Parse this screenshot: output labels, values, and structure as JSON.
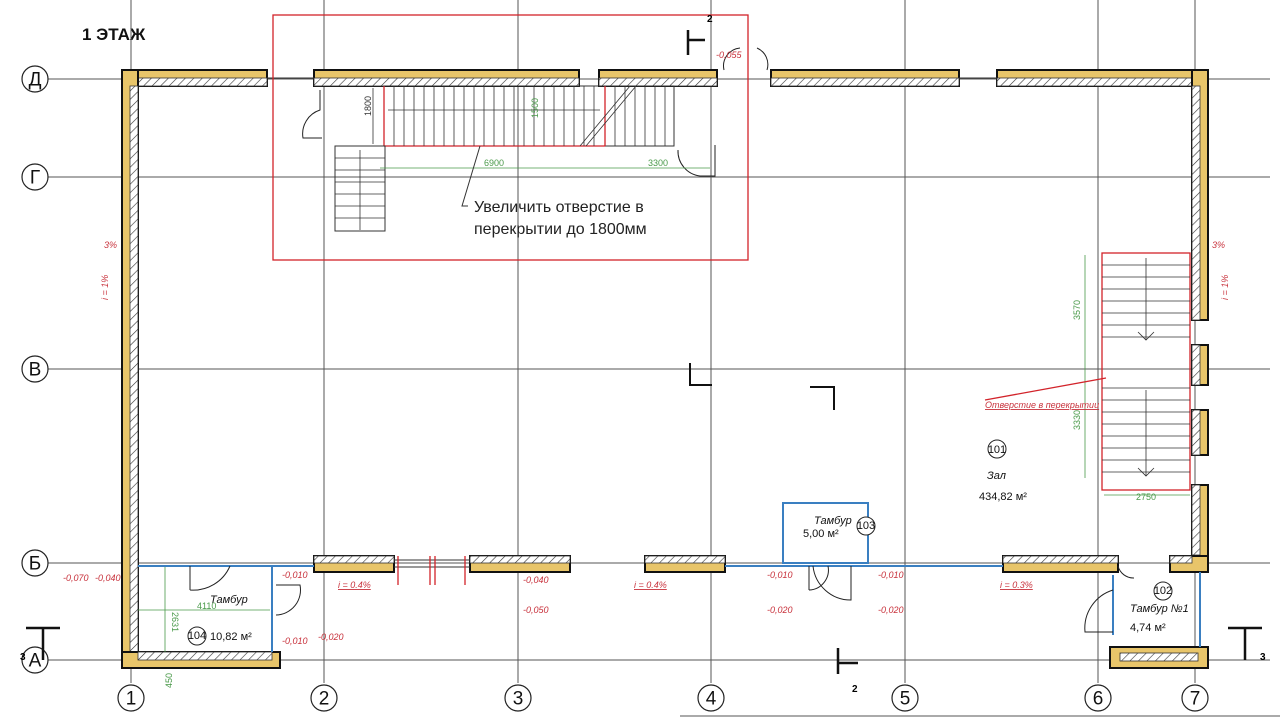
{
  "title": "1 ЭТАЖ",
  "axes": {
    "rows": [
      "Д",
      "Г",
      "В",
      "Б",
      "А"
    ],
    "columns": [
      "1",
      "2",
      "3",
      "4",
      "5",
      "6",
      "7"
    ]
  },
  "sections": {
    "s2_top": "2",
    "s2_bottom": "2",
    "s3_left": "3",
    "s3_right": "3"
  },
  "annotations": {
    "opening_note_line1": "Увеличить отверстие в",
    "opening_note_line2": "перекрытии до 1800мм",
    "opening_label": "Отверстие в перекрытии"
  },
  "dimensions": {
    "d1800": "1800",
    "d1500": "1500",
    "d6900": "6900",
    "d3300": "3300",
    "d3570": "3570",
    "d3330": "3330",
    "d2750": "2750",
    "d4110": "4110",
    "d2631": "2631",
    "d450": "450"
  },
  "elevations": {
    "e1": "-0,055",
    "e2": "-0,070",
    "e3": "-0,040",
    "e4": "-0,010",
    "e5": "-0,010",
    "e6": "-0,020",
    "e7": "-0,040",
    "e8": "-0,050",
    "e9": "-0,010",
    "e10": "-0,010",
    "e11": "-0,020",
    "e12": "-0,020"
  },
  "slopes": {
    "left_pct": "3%",
    "left_i": "i = 1%",
    "right_pct": "3%",
    "right_i": "i = 1%",
    "b1": "i = 0.4%",
    "b2": "i = 0.4%",
    "b3": "i = 0.3%"
  },
  "rooms": [
    {
      "number": "101",
      "name": "Зал",
      "area": "434,82 м²"
    },
    {
      "number": "102",
      "name": "Тамбур №1",
      "area": "4,74 м²"
    },
    {
      "number": "103",
      "name": "Тамбур",
      "area": "5,00 м²"
    },
    {
      "number": "104",
      "name": "Тамбур",
      "area": "10,82 м²"
    }
  ],
  "colors": {
    "wall_fill": "#e8c56a",
    "glass": "#3a7fc1",
    "markup_red": "#d2232a",
    "dimension_green": "#4a9a4a"
  }
}
